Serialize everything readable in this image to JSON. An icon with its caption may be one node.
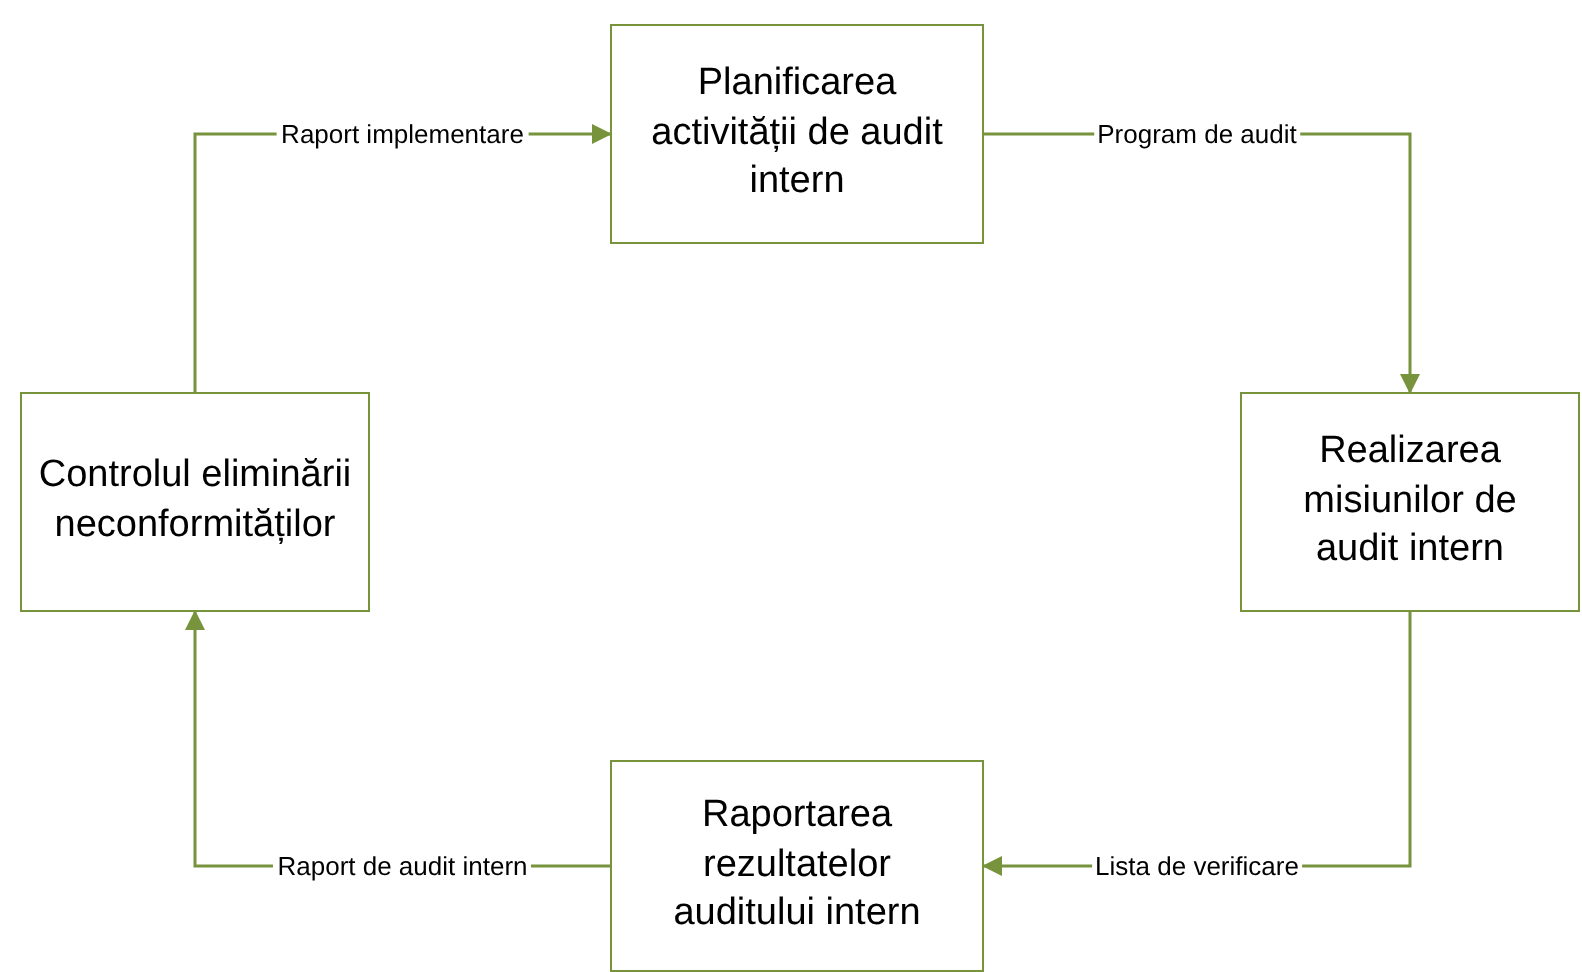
{
  "diagram": {
    "nodes": [
      {
        "text": [
          "Planificarea activității de audit intern"
        ]
      },
      {
        "text": [
          "Realizarea misiunilor de audit intern"
        ]
      },
      {
        "text": [
          "Raportarea rezultatelor auditului intern"
        ]
      },
      {
        "text": [
          "Controlul eliminării neconformităților"
        ]
      }
    ],
    "edges": [
      {
        "from": 3,
        "to": 0,
        "arrow": "to",
        "label": "Raport implementare"
      },
      {
        "from": 0,
        "to": 1,
        "arrow": "to",
        "label": "Program de audit"
      },
      {
        "from": 1,
        "to": 2,
        "arrow": "to",
        "label": "Lista de verificare"
      },
      {
        "from": 2,
        "to": 3,
        "arrow": "to",
        "label": "Raport de audit intern"
      }
    ]
  }
}
